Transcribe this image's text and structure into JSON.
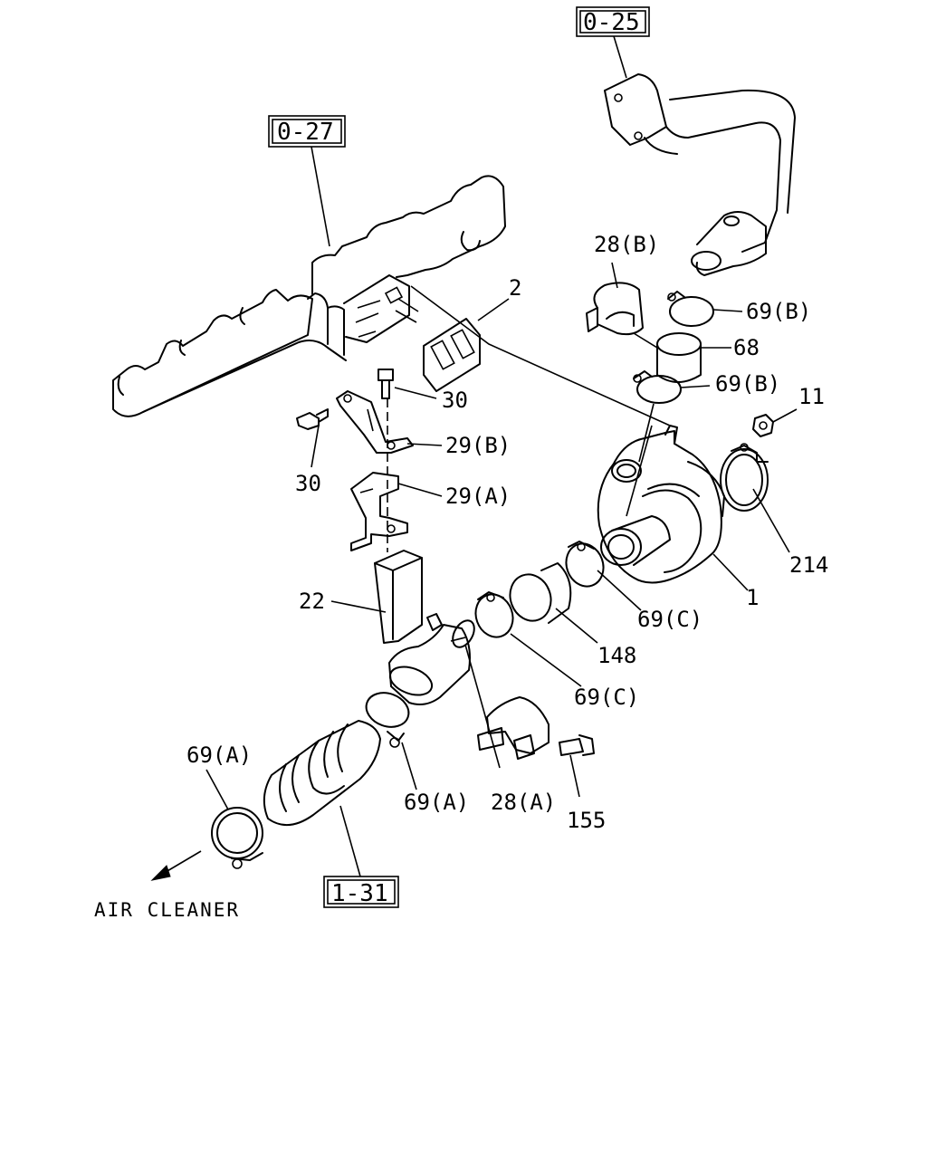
{
  "references": {
    "ref_0_25": "0-25",
    "ref_0_27": "0-27",
    "ref_1_31": "1-31"
  },
  "callouts": {
    "c_2": "2",
    "c_28b": "28(B)",
    "c_69b_top": "69(B)",
    "c_68": "68",
    "c_69b_mid": "69(B)",
    "c_11": "11",
    "c_30_right": "30",
    "c_29b": "29(B)",
    "c_30_left": "30",
    "c_29a": "29(A)",
    "c_214": "214",
    "c_22": "22",
    "c_1": "1",
    "c_69c_right": "69(C)",
    "c_148": "148",
    "c_69c_low": "69(C)",
    "c_69a_left": "69(A)",
    "c_69a_mid": "69(A)",
    "c_28a": "28(A)",
    "c_155": "155"
  },
  "direction_note": "AIR CLEANER"
}
